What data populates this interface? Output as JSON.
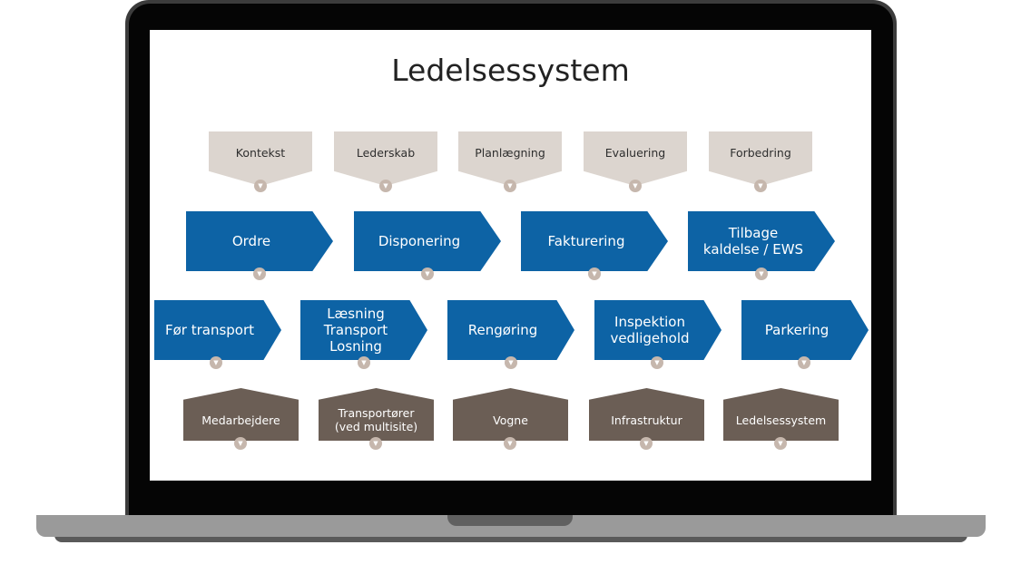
{
  "title": "Ledelsessystem",
  "marker_glyph": "▼",
  "top_row": [
    "Kontekst",
    "Lederskab",
    "Planlægning",
    "Evaluering",
    "Forbedring"
  ],
  "process_row": [
    "Ordre",
    "Disponering",
    "Fakturering",
    "Tilbage\nkaldelse / EWS"
  ],
  "operations_row": [
    "Før transport",
    "Læsning\nTransport\nLosning",
    "Rengøring",
    "Inspektion\nvedligehold",
    "Parkering"
  ],
  "resources_row": [
    "Medarbejdere",
    "Transportører\n(ved multisite)",
    "Vogne",
    "Infrastruktur",
    "Ledelsessystem"
  ],
  "colors": {
    "top_fill": "#dcd5cf",
    "process_fill": "#0d63a5",
    "resource_fill": "#6b5e55",
    "marker_fill": "#c6b7ad"
  }
}
